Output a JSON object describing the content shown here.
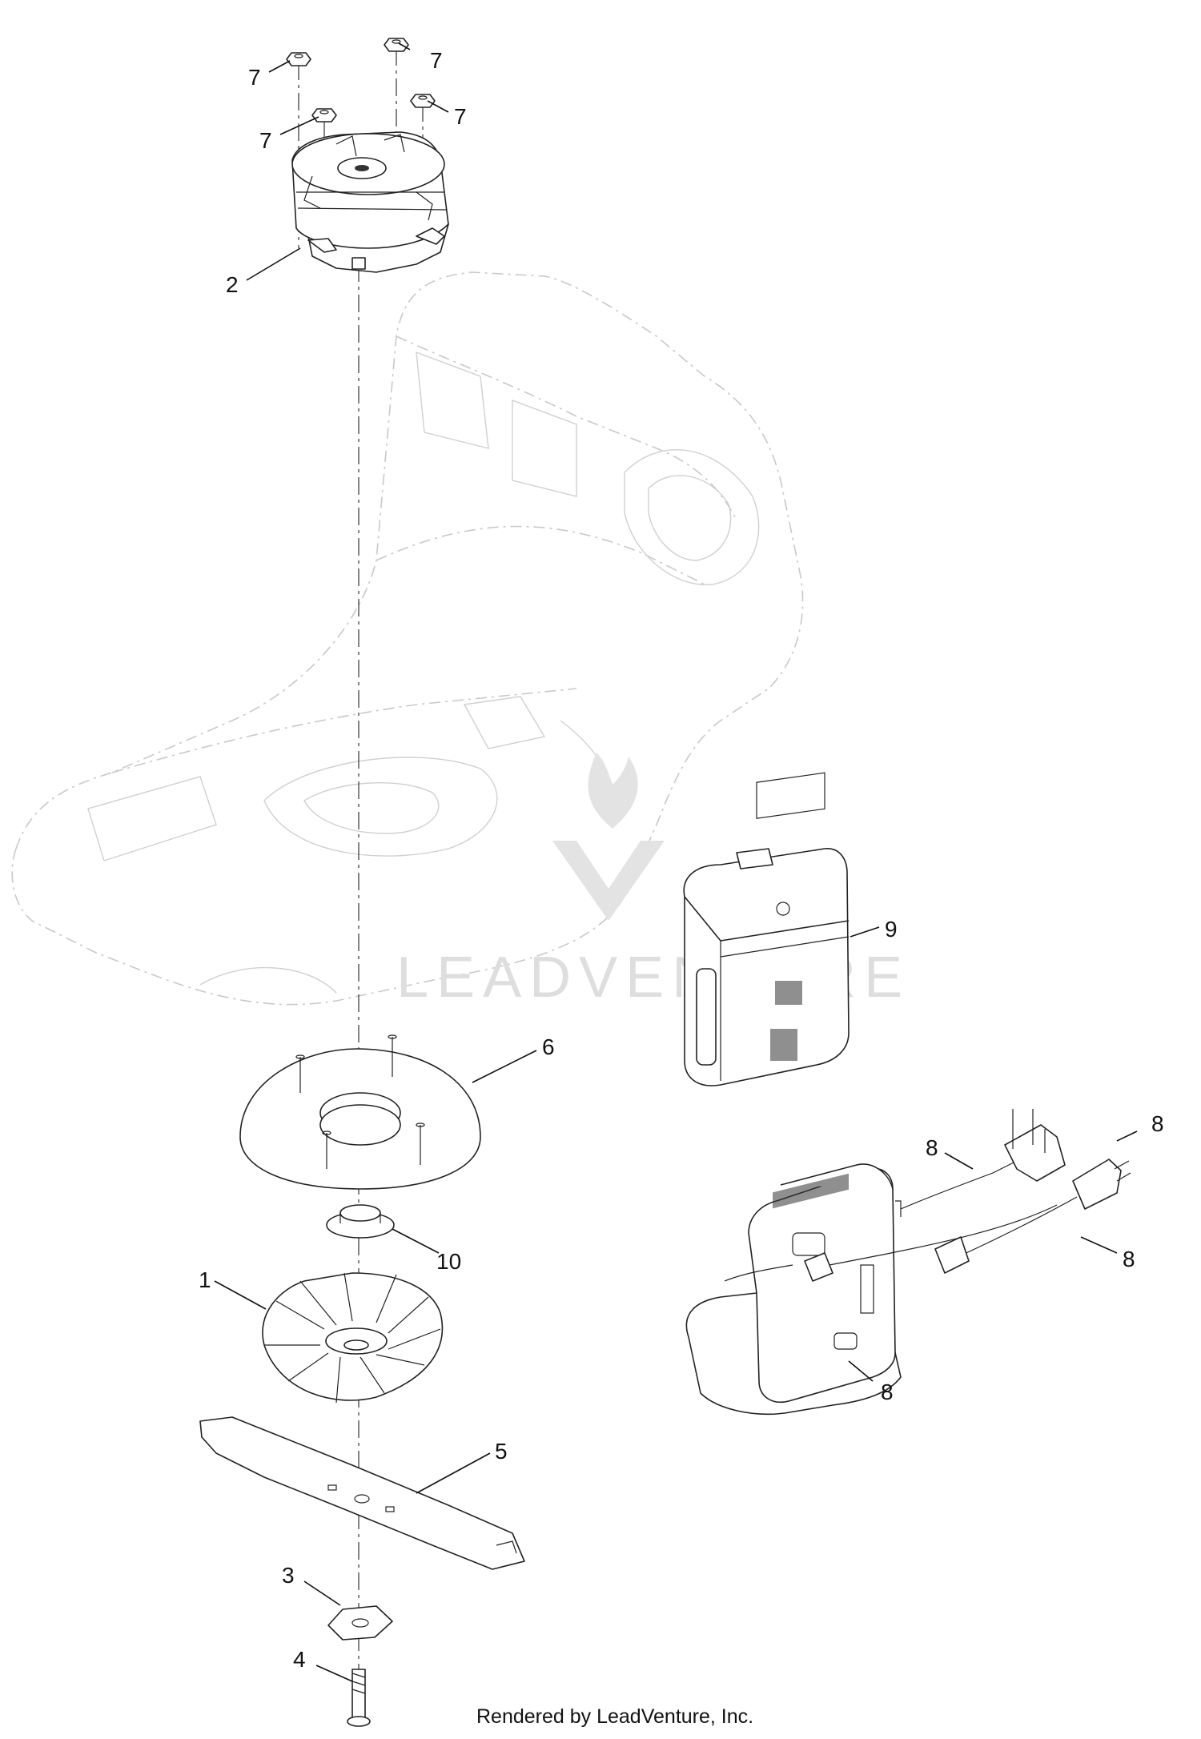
{
  "callouts": {
    "c7a": "7",
    "c7b": "7",
    "c7c": "7",
    "c7d": "7",
    "c2": "2",
    "c6": "6",
    "c9": "9",
    "c8a": "8",
    "c8b": "8",
    "c8c": "8",
    "c8d": "8",
    "c10": "10",
    "c1": "1",
    "c5": "5",
    "c3": "3",
    "c4": "4"
  },
  "watermark": "LEADVENTURE",
  "footer": "Rendered by LeadVenture, Inc.",
  "colors": {
    "line": "#222222",
    "ghost": "#c9c9c9",
    "watermark": "#dedede",
    "background": "#ffffff"
  }
}
